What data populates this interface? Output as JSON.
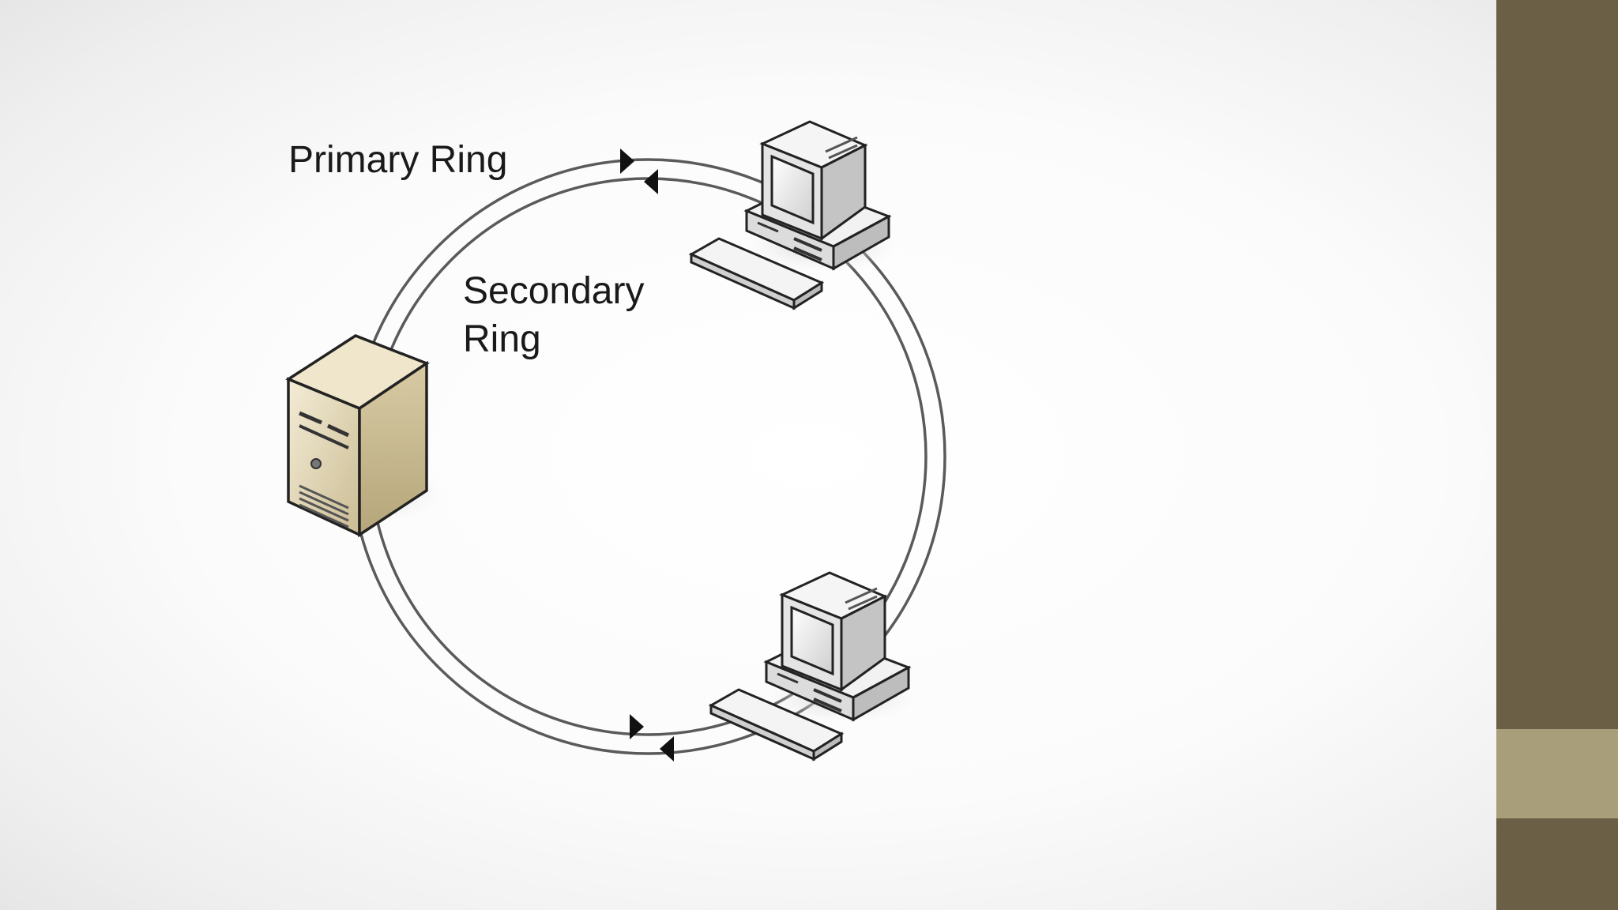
{
  "diagram": {
    "primary_ring_label": "Primary Ring",
    "secondary_ring_label_line1": "Secondary",
    "secondary_ring_label_line2": "Ring",
    "nodes": [
      {
        "name": "server",
        "icon": "server-tower-icon"
      },
      {
        "name": "workstation-top",
        "icon": "desktop-computer-icon"
      },
      {
        "name": "workstation-bottom",
        "icon": "desktop-computer-icon"
      }
    ]
  },
  "colors": {
    "ring_stroke": "#5a5a5a",
    "sidebar_dark": "#6b5f45",
    "sidebar_light": "#a89f7a",
    "server_body": "#e9dfc2",
    "computer_body": "#eeeeee"
  }
}
